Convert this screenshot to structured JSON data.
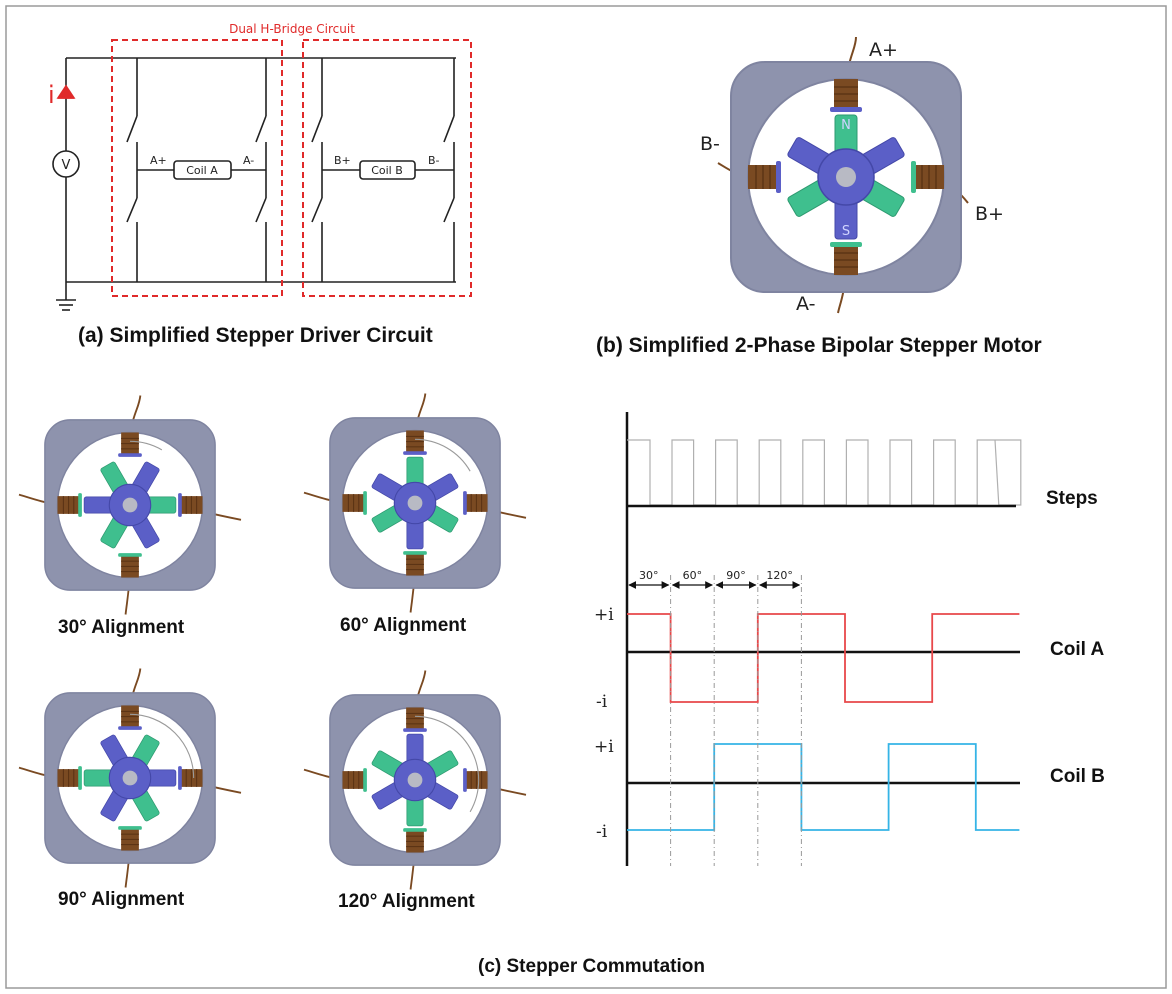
{
  "circuit": {
    "title": "Dual H-Bridge Circuit",
    "current_symbol": "i",
    "voltmeter": "V",
    "coil_a": {
      "label": "Coil A",
      "left": "A+",
      "right": "A-"
    },
    "coil_b": {
      "label": "Coil B",
      "left": "B+",
      "right": "B-"
    },
    "caption": "(a)  Simplified Stepper Driver Circuit"
  },
  "motor": {
    "terminals": {
      "a_plus": "A+",
      "a_minus": "A-",
      "b_plus": "B+",
      "b_minus": "B-"
    },
    "pole_letters": {
      "north": "N",
      "south": "S"
    },
    "caption": "(b)  Simplified 2-Phase Bipolar Stepper Motor"
  },
  "alignments": [
    {
      "label": "30° Alignment",
      "angle": 30
    },
    {
      "label": "60° Alignment",
      "angle": 60
    },
    {
      "label": "90° Alignment",
      "angle": 90
    },
    {
      "label": "120° Alignment",
      "angle": 120
    }
  ],
  "timing": {
    "steps_label": "Steps",
    "coil_a_label": "Coil A",
    "coil_b_label": "Coil B",
    "plus_level": "+i",
    "minus_level": "-i",
    "angle_labels": [
      "30°",
      "60°",
      "90°",
      "120°"
    ],
    "coil_a_color": "#e8484a",
    "coil_b_color": "#35b4e6",
    "steps_color": "#b0b0b0"
  },
  "chart_data": {
    "type": "line",
    "title": "",
    "xlabel": "",
    "ylabel": "",
    "series": [
      {
        "name": "Coil A",
        "x": [
          0,
          1,
          1,
          3,
          3,
          5,
          5,
          7,
          7,
          9
        ],
        "y": [
          1,
          1,
          -1,
          -1,
          1,
          1,
          -1,
          -1,
          1,
          1
        ]
      },
      {
        "name": "Coil B",
        "x": [
          0,
          2,
          2,
          4,
          4,
          6,
          6,
          8,
          8,
          9
        ],
        "y": [
          -1,
          -1,
          1,
          1,
          -1,
          -1,
          1,
          1,
          -1,
          -1
        ]
      }
    ]
  },
  "caption": "(c)  Stepper Commutation"
}
